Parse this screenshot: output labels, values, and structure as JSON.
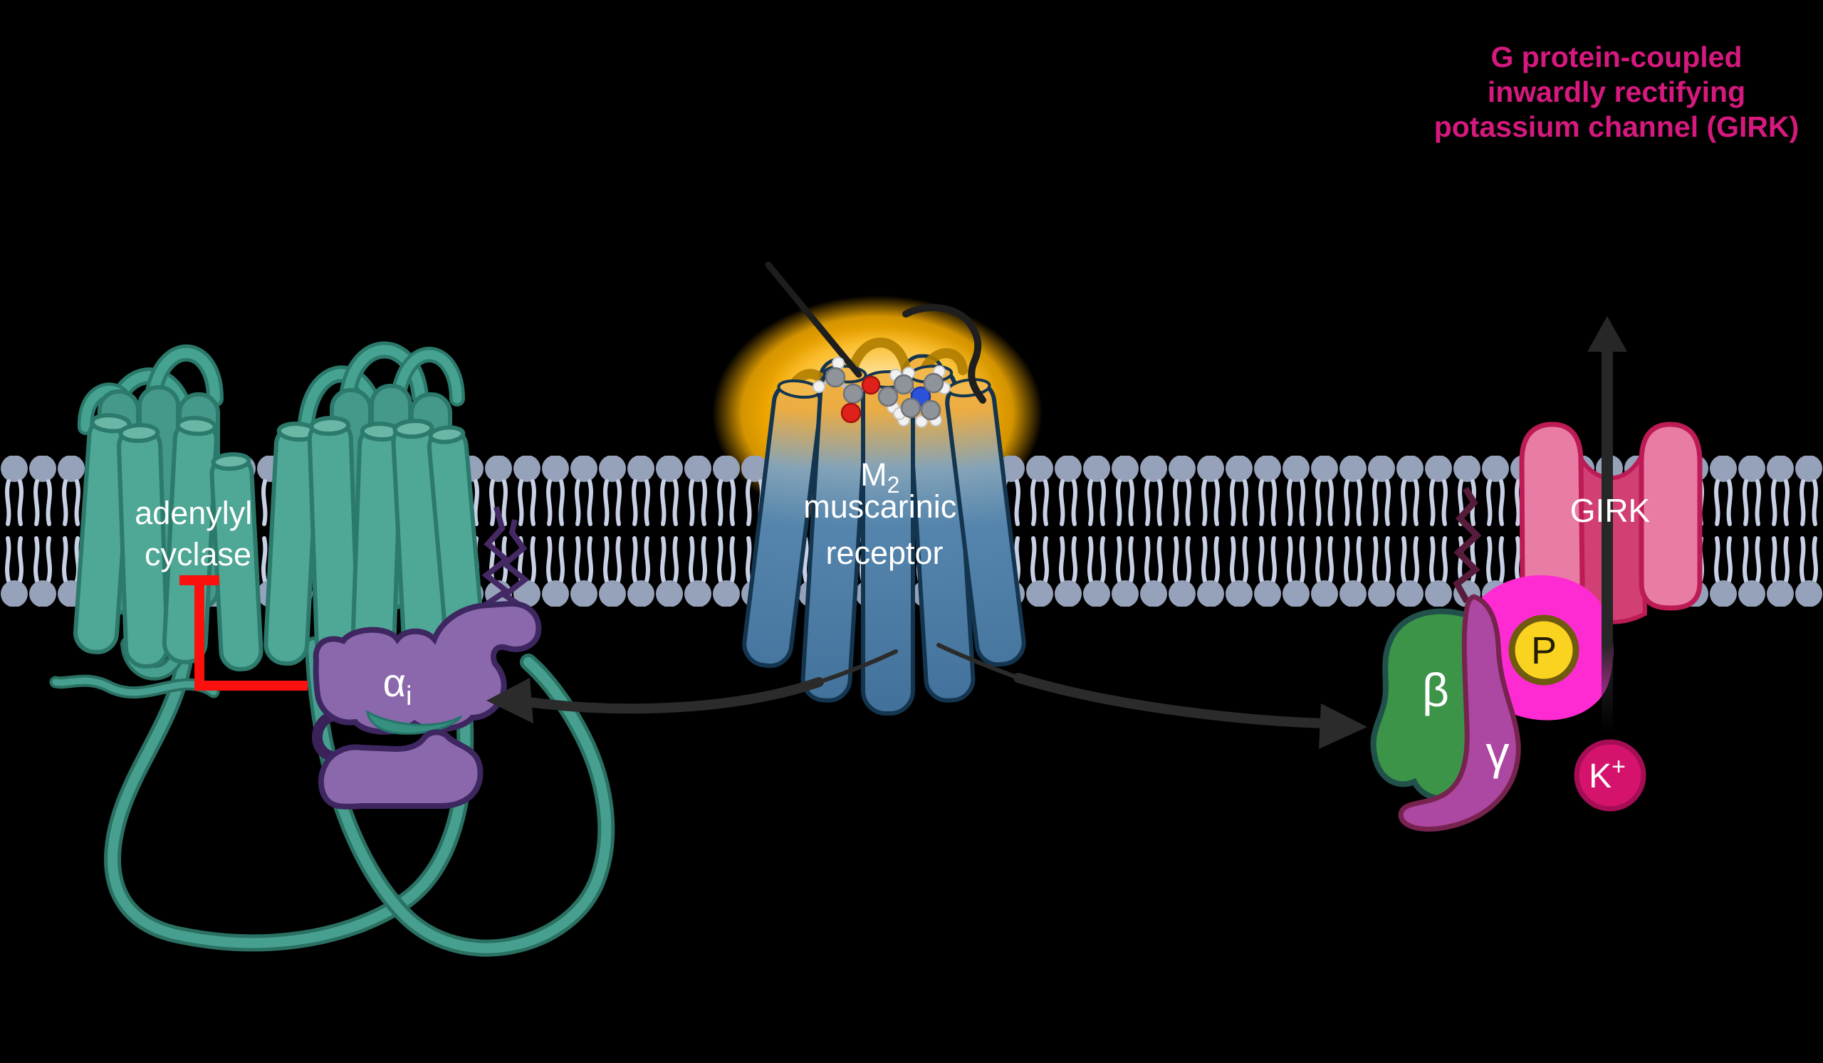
{
  "title": {
    "line1": "G protein-coupled",
    "line2": "inwardly rectifying",
    "line3": "potassium channel (GIRK)"
  },
  "labels": {
    "adenylyl_cyclase": {
      "line1": "adenylyl",
      "line2": "cyclase"
    },
    "m2_receptor": {
      "main": "M",
      "subscript": "2",
      "line2": "muscarinic",
      "line3": "receptor"
    },
    "girk_channel": "GIRK",
    "g_alpha": {
      "main": "α",
      "subscript": "i"
    },
    "g_beta": "β",
    "g_gamma": "γ",
    "phosphate": "P",
    "potassium": {
      "main": "K",
      "superscript": "+"
    }
  },
  "colors": {
    "background": "#000000",
    "title_magenta": "#D6197E",
    "membrane_head": "#96A2BA",
    "membrane_tail": "#C7D0E4",
    "adenylyl_cyclase_teal": "#4FA796",
    "adenylyl_cyclase_outline": "#2C7A6C",
    "receptor_blue": "#4E81AA",
    "receptor_outline": "#14354F",
    "ligand_glow_orange": "#F9AE00",
    "g_alpha_purple": "#8B68AC",
    "g_alpha_outline": "#3E2760",
    "g_beta_green": "#3B9447",
    "g_gamma_magenta": "#AC48A1",
    "pip2_magenta": "#FF2BD2",
    "girk_pink": "#E87CA4",
    "girk_dark_pink": "#D13F74",
    "girk_outline": "#BC1B56",
    "phosphate_yellow": "#F9D31F",
    "potassium_pink": "#D5136D",
    "inhibition_red": "#FA100C",
    "arrow_dark": "#2B2B2B",
    "atom_carbon": "#8F949B",
    "atom_oxygen": "#E0201A",
    "atom_nitrogen": "#2B52D8",
    "atom_hydrogen": "#F2F2F2",
    "label_white": "#FFFFFF"
  }
}
